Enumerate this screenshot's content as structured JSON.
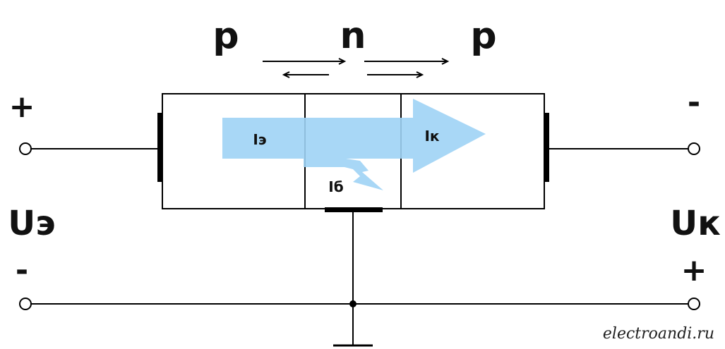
{
  "regions": {
    "emitter": "p",
    "base": "n",
    "collector": "p"
  },
  "currents": {
    "emitter": "Iэ",
    "base": "Iб",
    "collector": "Iк"
  },
  "left_terminal": {
    "top_sign": "+",
    "voltage": "Uэ",
    "bottom_sign": "-"
  },
  "right_terminal": {
    "top_sign": "-",
    "voltage": "Uк",
    "bottom_sign": "+"
  },
  "watermark": "electroandi.ru",
  "colors": {
    "current_arrow": "#9fd3f5",
    "line": "#000000"
  }
}
